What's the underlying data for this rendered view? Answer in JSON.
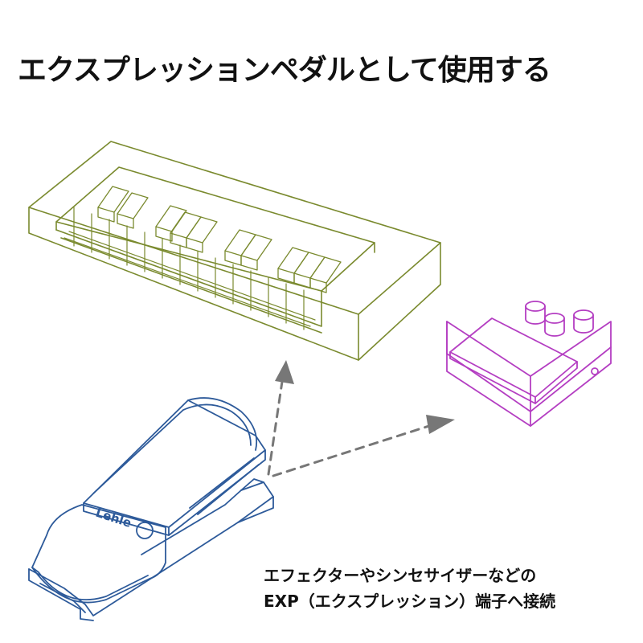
{
  "headline": "エクスプレッションペダルとして使用する",
  "caption": {
    "line1": "エフェクターやシンセサイザーなどの",
    "line2": "EXP（エクスプレッション）端子へ接続"
  },
  "pedal": {
    "brand": "Lehle"
  },
  "colors": {
    "keyboard": "#7a8a2e",
    "effect_pedal": "#b43ec2",
    "expression_pedal": "#2d5a9a",
    "arrow": "#777777",
    "text": "#111111"
  },
  "icons": {
    "keyboard": "synthesizer-keyboard-icon",
    "effect_pedal": "effect-pedal-icon",
    "expression_pedal": "expression-pedal-icon",
    "arrows": "dashed-arrow-icon"
  }
}
